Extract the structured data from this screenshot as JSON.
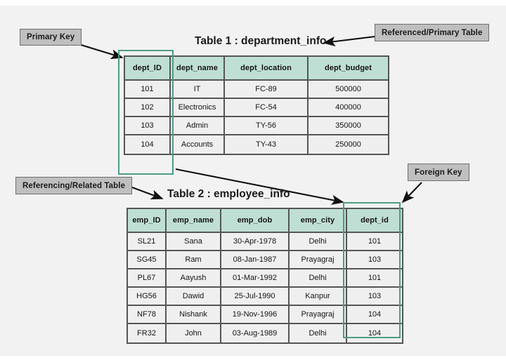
{
  "diagram": {
    "title_table1": "Table 1 : department_info",
    "title_table2": "Table 2 : employee_info",
    "background_color": "#f2f2f2",
    "header_color": "#bfdfd4",
    "key_highlight_color": "#4f9c82",
    "callout_color": "#bfbfbf"
  },
  "callouts": {
    "primary_key": "Primary Key",
    "referenced_primary_table": "Referenced/Primary Table",
    "referencing_related_table": "Referencing/Related Table",
    "foreign_key": "Foreign Key"
  },
  "table1": {
    "name": "department_info",
    "columns": [
      "dept_ID",
      "dept_name",
      "dept_location",
      "dept_budget"
    ],
    "rows": [
      [
        "101",
        "IT",
        "FC-89",
        "500000"
      ],
      [
        "102",
        "Electronics",
        "FC-54",
        "400000"
      ],
      [
        "103",
        "Admin",
        "TY-56",
        "350000"
      ],
      [
        "104",
        "Accounts",
        "TY-43",
        "250000"
      ]
    ]
  },
  "table2": {
    "name": "employee_info",
    "columns": [
      "emp_ID",
      "emp_name",
      "emp_dob",
      "emp_city",
      "dept_id"
    ],
    "rows": [
      [
        "SL21",
        "Sana",
        "30-Apr-1978",
        "Delhi",
        "101"
      ],
      [
        "SG45",
        "Ram",
        "08-Jan-1987",
        "Prayagraj",
        "103"
      ],
      [
        "PL67",
        "Aayush",
        "01-Mar-1992",
        "Delhi",
        "101"
      ],
      [
        "HG56",
        "Dawid",
        "25-Jul-1990",
        "Kanpur",
        "103"
      ],
      [
        "NF78",
        "Nishank",
        "19-Nov-1996",
        "Prayagraj",
        "104"
      ],
      [
        "FR32",
        "John",
        "03-Aug-1989",
        "Delhi",
        "104"
      ]
    ]
  }
}
